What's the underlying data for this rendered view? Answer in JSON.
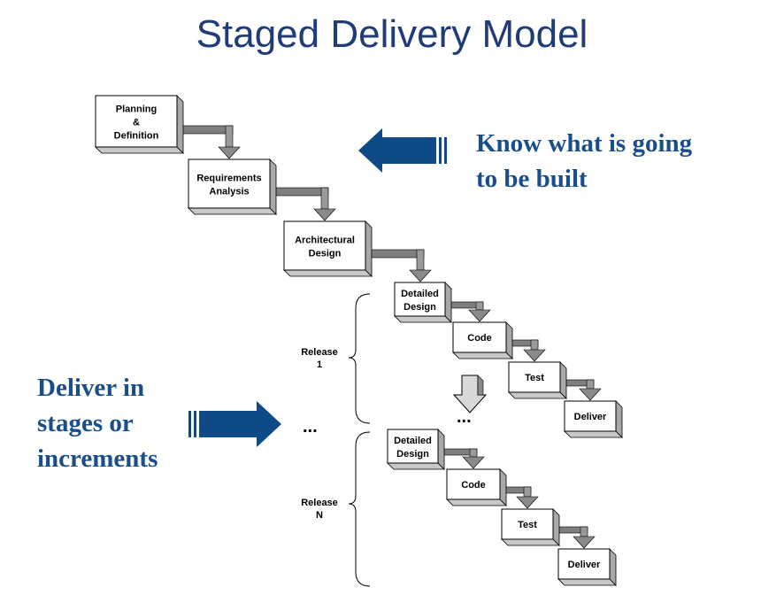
{
  "title": "Staged Delivery Model",
  "callouts": {
    "top_lines": [
      "Know what is going",
      "to be built"
    ],
    "left_lines": [
      "Deliver in",
      "stages or",
      "increments"
    ]
  },
  "stages": [
    {
      "lines": [
        "Planning",
        "&",
        "Definition"
      ]
    },
    {
      "lines": [
        "Requirements",
        "Analysis"
      ]
    },
    {
      "lines": [
        "Architectural",
        "Design"
      ]
    }
  ],
  "release_1": {
    "label_lines": [
      "Release",
      "1"
    ],
    "stages": [
      {
        "lines": [
          "Detailed",
          "Design"
        ]
      },
      {
        "lines": [
          "Code"
        ]
      },
      {
        "lines": [
          "Test"
        ]
      },
      {
        "lines": [
          "Deliver"
        ]
      }
    ]
  },
  "release_n": {
    "label_lines": [
      "Release",
      "N"
    ],
    "stages": [
      {
        "lines": [
          "Detailed",
          "Design"
        ]
      },
      {
        "lines": [
          "Code"
        ]
      },
      {
        "lines": [
          "Test"
        ]
      },
      {
        "lines": [
          "Deliver"
        ]
      }
    ]
  },
  "ellipsis": "...",
  "colors": {
    "title": "#1f3c78",
    "callout": "#1a4e8a",
    "arrow_fill": "#0d4a86",
    "box_shadow": "#c8c8c8",
    "connector": "#7f7f7f"
  }
}
